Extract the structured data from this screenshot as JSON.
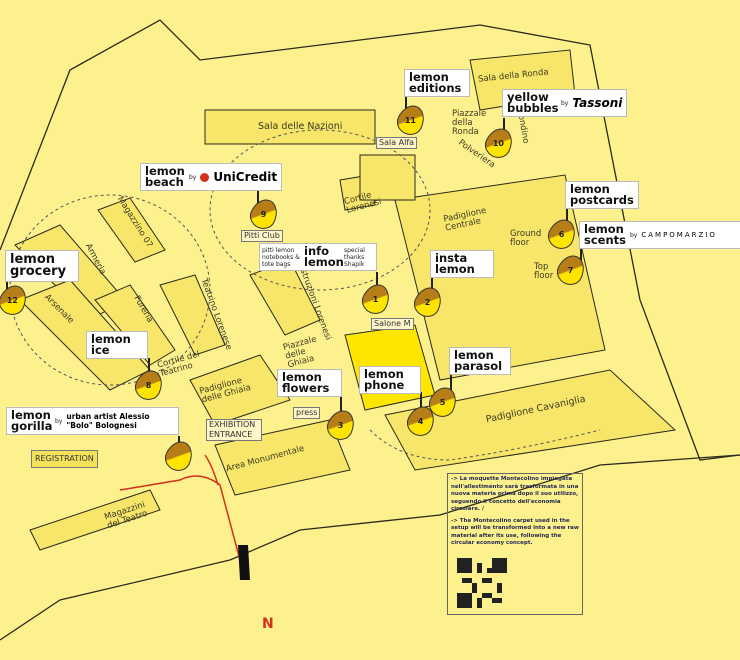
{
  "colors": {
    "background": "#fdf18e",
    "building": "#f7e66a",
    "highlight": "#ffe600",
    "marker_dark": "#b77d16",
    "route": "#d5301a"
  },
  "places": {
    "sala_nazioni": "Sala delle Nazioni",
    "sala_ronda": "Sala della Ronda",
    "piazzale_ronda": "Piazzale della Ronda",
    "rondino": "Rondino",
    "polveriera": "Polveriera",
    "cortile_lorenesi": "Cortile Lorenesi",
    "padiglione_centrale": "Padiglione Centrale",
    "ground_floor": "Ground floor",
    "top_floor": "Top floor",
    "magazzino07": "Magazzino 07",
    "armeria": "Armeria",
    "arsenale": "Arsenale",
    "fureria": "Fureria",
    "teatrino": "Teatrino Lorenese",
    "costruzioni": "Costruzioni Lorenesi",
    "cortile_teatrino": "Cortile del Teatrino",
    "piazzale_ghiaia": "Piazzale delle Ghiaia",
    "padiglione_ghiaia": "Padiglione delle Ghiaia",
    "area_monumentale": "Area Monumentale",
    "magazzini_teatro": "Magazzini del Teatro",
    "padiglione_cavaniglia": "Padiglione Cavaniglia"
  },
  "tags": {
    "sala_alfa": "Sala Alfa",
    "pitti_club": "Pitti Club",
    "salone_m": "Salone M",
    "press": "press",
    "exhibition_entrance": "EXHIBITION ENTRANCE",
    "registration": "REGISTRATION"
  },
  "callouts": {
    "editions": {
      "title": "lemon editions",
      "number": "11"
    },
    "bubbles": {
      "title": "yellow bubbles",
      "by": "by",
      "sponsor": "Tassoni",
      "number": "10"
    },
    "beach": {
      "title": "lemon beach",
      "by": "by",
      "sponsor": "UniCredit",
      "number": "9"
    },
    "postcards": {
      "title": "lemon postcards",
      "number": "6"
    },
    "scents": {
      "title": "lemon scents",
      "by": "by",
      "sponsor": "CAMPOMARZIO",
      "number": "7"
    },
    "info": {
      "left": "pitti lemon notebooks & tote bags",
      "title": "info lemon",
      "right": "special thanks Shapik",
      "number": "1"
    },
    "insta": {
      "title": "insta lemon",
      "number": "2"
    },
    "grocery": {
      "title": "lemon grocery",
      "number": "12"
    },
    "ice": {
      "title": "lemon ice",
      "number": "8"
    },
    "phone": {
      "title": "lemon phone",
      "number": "4"
    },
    "parasol": {
      "title": "lemon parasol",
      "number": "5"
    },
    "flowers": {
      "title": "lemon flowers",
      "number": "3"
    },
    "gorilla": {
      "title": "lemon gorilla",
      "by": "by",
      "credit": "urban artist Alessio \"Bolo\" Bolognesi"
    }
  },
  "info_note": {
    "it": "-> La moquette Montecolino impiegata nell'allestimento sarà trasformata in una nuova materia prima dopo il suo utilizzo, seguendo il concetto dell'economia circolare. /",
    "en": "-> The Montecolino carpet used in the setup will be transformed into a new raw material after its use, following the circular economy concept."
  },
  "north": "N"
}
